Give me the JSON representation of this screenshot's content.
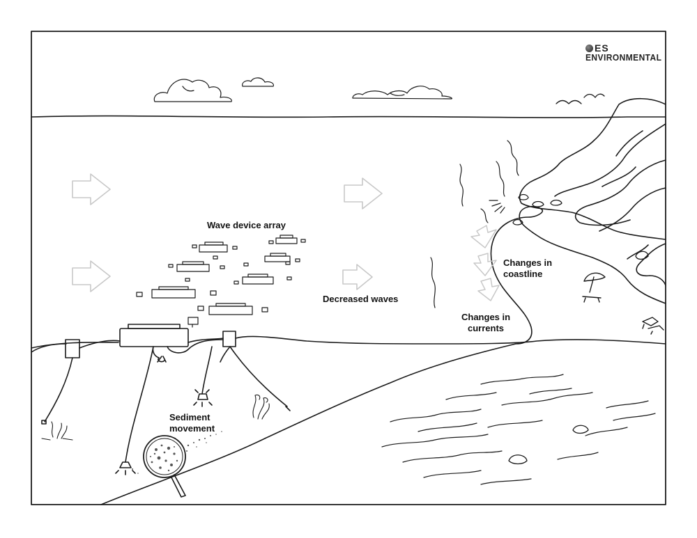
{
  "logo": {
    "line1": "ES",
    "line2": "ENVIRONMENTAL"
  },
  "labels": {
    "wave_device_array": "Wave device array",
    "decreased_waves": "Decreased waves",
    "changes_in_coastline": [
      "Changes in",
      "coastline"
    ],
    "changes_in_currents": [
      "Changes in",
      "currents"
    ],
    "sediment_movement": [
      "Sediment",
      "movement"
    ]
  },
  "colors": {
    "line": "#1a1a1a",
    "arrow": "#c8c8c8",
    "background": "#ffffff"
  }
}
